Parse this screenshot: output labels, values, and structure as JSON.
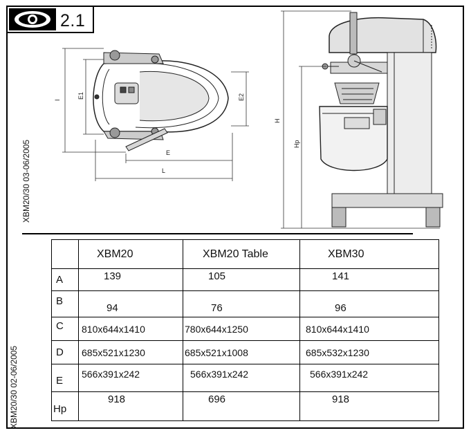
{
  "section": {
    "number": "2.1",
    "icon": "eye-icon"
  },
  "side_labels": {
    "top": "XBM20/30 03-06/2005",
    "bottom": "XBM20/30 02-06/2005"
  },
  "drawing": {
    "top_view": {
      "dims": [
        "I",
        "E1",
        "E2",
        "E",
        "L"
      ]
    },
    "side_view": {
      "dims": [
        "H",
        "Hp"
      ]
    }
  },
  "table": {
    "columns": [
      "",
      "XBM20",
      "XBM20 Table",
      "XBM30"
    ],
    "rows": [
      {
        "key": "A",
        "values": [
          "139",
          "105",
          "141"
        ]
      },
      {
        "key": "B",
        "values": [
          "94",
          "76",
          "96"
        ]
      },
      {
        "key": "C",
        "values": [
          "810x644x1410",
          "780x644x1250",
          "810x644x1410"
        ]
      },
      {
        "key": "D",
        "values": [
          "685x521x1230",
          "685x521x1008",
          "685x532x1230"
        ]
      },
      {
        "key": "E",
        "values": [
          "566x391x242",
          "566x391x242",
          "566x391x242"
        ]
      },
      {
        "key": "Hp",
        "values": [
          "918",
          "696",
          "918"
        ]
      }
    ]
  }
}
